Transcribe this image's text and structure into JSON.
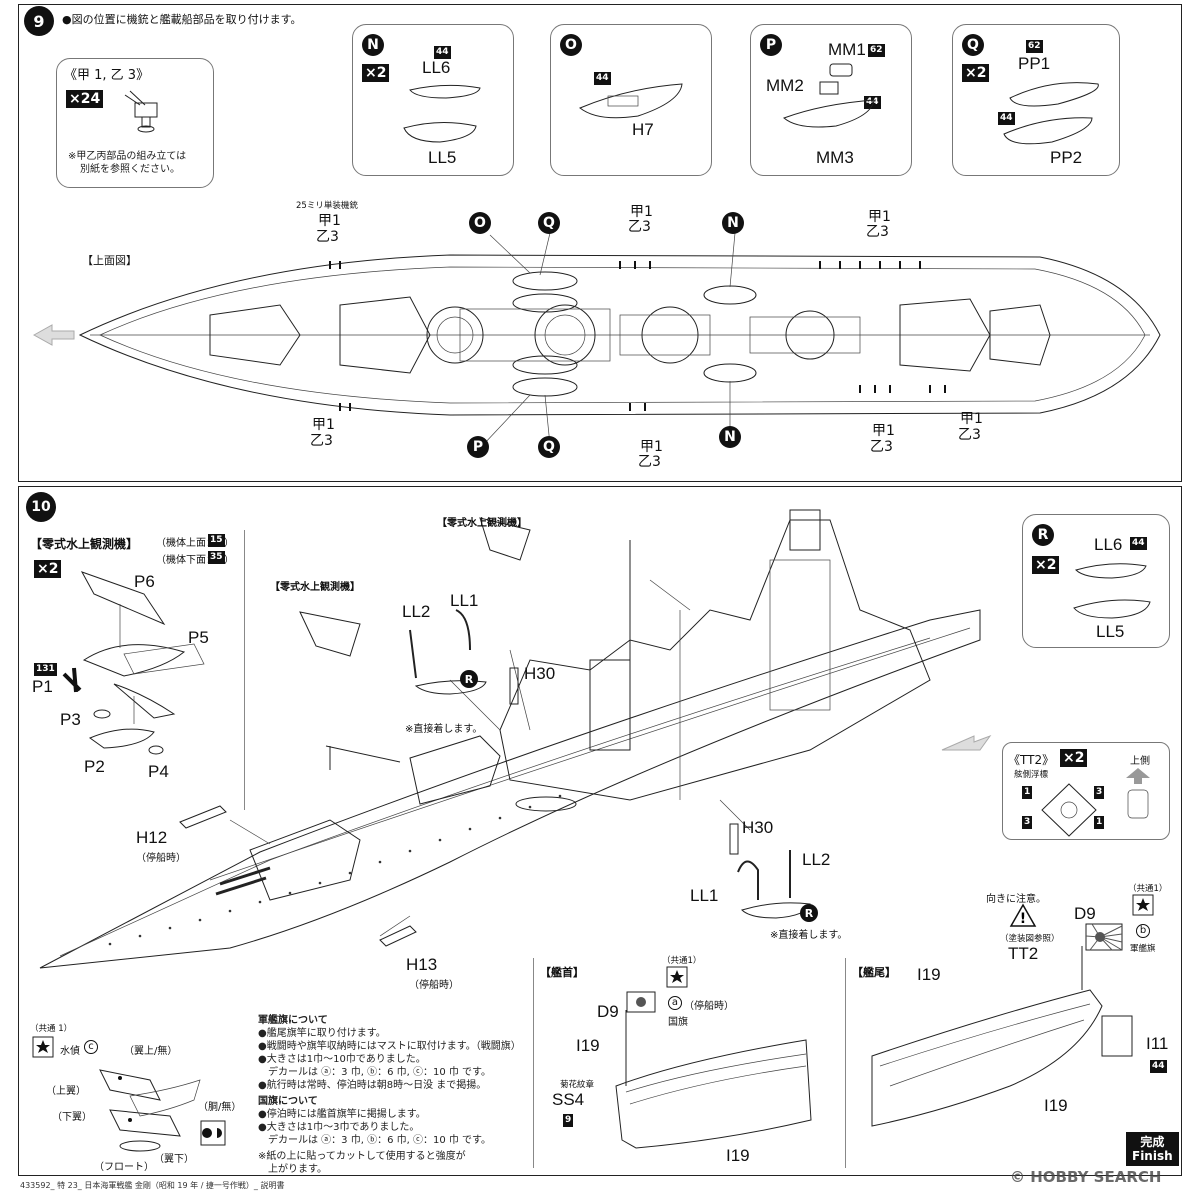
{
  "step9": {
    "number": "9",
    "instruction": "●図の位置に機銃と艦載船部品を取り付けます。",
    "gun_box": {
      "title": "《甲 1, 乙 3》",
      "multiplier": "×24",
      "note_line1": "※甲乙丙部品の組み立ては",
      "note_line2": "別紙を参照ください。"
    },
    "box_N": {
      "letter": "N",
      "multiplier": "×2",
      "sprue": "44",
      "part_top": "LL6",
      "part_bottom": "LL5"
    },
    "box_O": {
      "letter": "O",
      "sprue": "44",
      "part": "H7"
    },
    "box_P": {
      "letter": "P",
      "part_mm1": "MM1",
      "sprue_mm1": "62",
      "part_mm2": "MM2",
      "sprue_mm3": "44",
      "part_mm3": "MM3"
    },
    "box_Q": {
      "letter": "Q",
      "multiplier": "×2",
      "sprue_top": "62",
      "part_top": "PP1",
      "sprue_bottom": "44",
      "part_bottom": "PP2"
    },
    "top_view_label": "【上面図】",
    "gun_type_label": "25ミリ単装機銃",
    "kou1": "甲1",
    "otsu3": "乙3",
    "callout_O": "O",
    "callout_Q": "Q",
    "callout_N": "N",
    "callout_P": "P"
  },
  "step10": {
    "number": "10",
    "plane_box": {
      "title": "【零式水上観測機】",
      "upper_label": "（機体上面：",
      "upper_num": "15",
      "lower_label": "（機体下面：",
      "lower_num": "35",
      "close_paren": "）",
      "multiplier": "×2",
      "parts": [
        "P6",
        "P5",
        "P1",
        "P3",
        "P2",
        "P4"
      ],
      "sprue_p1": "131"
    },
    "plane_label_left": "【零式水上観測機】",
    "plane_label_top": "【零式水上観測機】",
    "parts_main": [
      "LL2",
      "LL1",
      "H30",
      "H12",
      "H13",
      "H30",
      "LL2",
      "LL1"
    ],
    "h12_sub": "（停船時）",
    "h13_sub": "（停船時）",
    "direct_note": "※直接着します。",
    "callout_R": "R",
    "box_R": {
      "letter": "R",
      "multiplier": "×2",
      "part_top": "LL6",
      "sprue": "44",
      "part_bottom": "LL5"
    },
    "tt2_box": {
      "title": "《TT2》",
      "multiplier": "×2",
      "subtitle": "舷側浮標",
      "up_label": "上側",
      "nums": [
        "1",
        "3",
        "3",
        "1"
      ]
    },
    "direction_note": "向きに注意。",
    "paint_ref": "（塗装図参照）",
    "part_tt2": "TT2",
    "part_d9": "D9",
    "part_i19": "I19",
    "part_i11": "I11",
    "sprue_i11": "44",
    "common_label": "（共通1）",
    "ensign_label": "軍艦旗",
    "badge_b": "b",
    "badge_a": "a",
    "bow": {
      "title": "【艦首】",
      "d9": "D9",
      "a_label": "（停船時）",
      "flag_label": "国旗",
      "i19": "I19",
      "chrysanthemum": "菊花紋章",
      "ss4": "SS4",
      "sprue": "9",
      "i19_bottom": "I19",
      "common": "（共通1）"
    },
    "stern": {
      "title": "【艦尾】",
      "i19": "I19",
      "i19_bottom": "I19"
    },
    "decal_info": {
      "common": "（共通 1）",
      "seaplane": "水偵",
      "badge_c": "c",
      "upper_wing": "（翼上/無）",
      "top_wing": "（上翼）",
      "lower_wing": "（下翼）",
      "fuselage": "（胴/無）",
      "float": "（フロート）",
      "under_wing": "（翼下）"
    },
    "notes": {
      "ensign_title": "軍艦旗について",
      "ensign_lines": [
        "●艦尾旗竿に取り付けます。",
        "●戦闘時や旗竿収納時にはマストに取付けます。（戦闘旗）",
        "●大きさは1巾～10巾でありました。",
        "　デカールは ⓐ：3 巾, ⓑ：6 巾, ⓒ：10 巾 です。",
        "●航行時は常時、停泊時は朝8時～日没 まで掲揚。"
      ],
      "flag_title": "国旗について",
      "flag_lines": [
        "●停泊時には艦首旗竿に掲揚します。",
        "●大きさは1巾～3巾でありました。",
        "　デカールは ⓐ：3 巾, ⓑ：6 巾, ⓒ：10 巾 です。"
      ],
      "footnote_lines": [
        "※紙の上に貼ってカットして使用すると強度が",
        "　上がります。"
      ]
    },
    "finish": {
      "jp": "完成",
      "en": "Finish"
    }
  },
  "footer": "433592_ 特 23_ 日本海軍戦艦 金剛（昭和 19 年 / 捷一号作戦）_ 説明書",
  "watermark": "© HOBBY SEARCH"
}
